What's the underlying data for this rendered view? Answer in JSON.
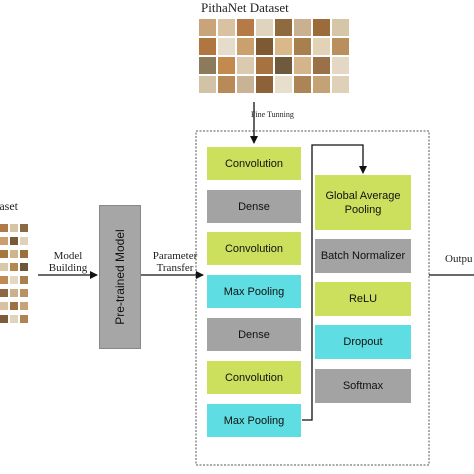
{
  "dataset_title": "PithaNet Dataset",
  "left_dataset_label": "taset",
  "fine_tuning_label": "Fine Tunning",
  "model_building_label": [
    "Model",
    "Building"
  ],
  "pretrained_model_label": "Pre-trained Model",
  "parameter_transfer_label": [
    "Parameter",
    "Transfer"
  ],
  "output_label": "Outpu",
  "left_column": [
    "Convolution",
    "Dense",
    "Convolution",
    "Max Pooling",
    "Dense",
    "Convolution",
    "Max Pooling"
  ],
  "right_column": [
    "Global Average Pooling",
    "Batch Normalizer",
    "ReLU",
    "Dropout",
    "Softmax"
  ],
  "colors": {
    "green": "#cde05e",
    "gray": "#a3a3a3",
    "cyan": "#5edde3",
    "pretrained_bg": "#a6a6a6",
    "arrow": "#111111",
    "frame": "#555555"
  }
}
